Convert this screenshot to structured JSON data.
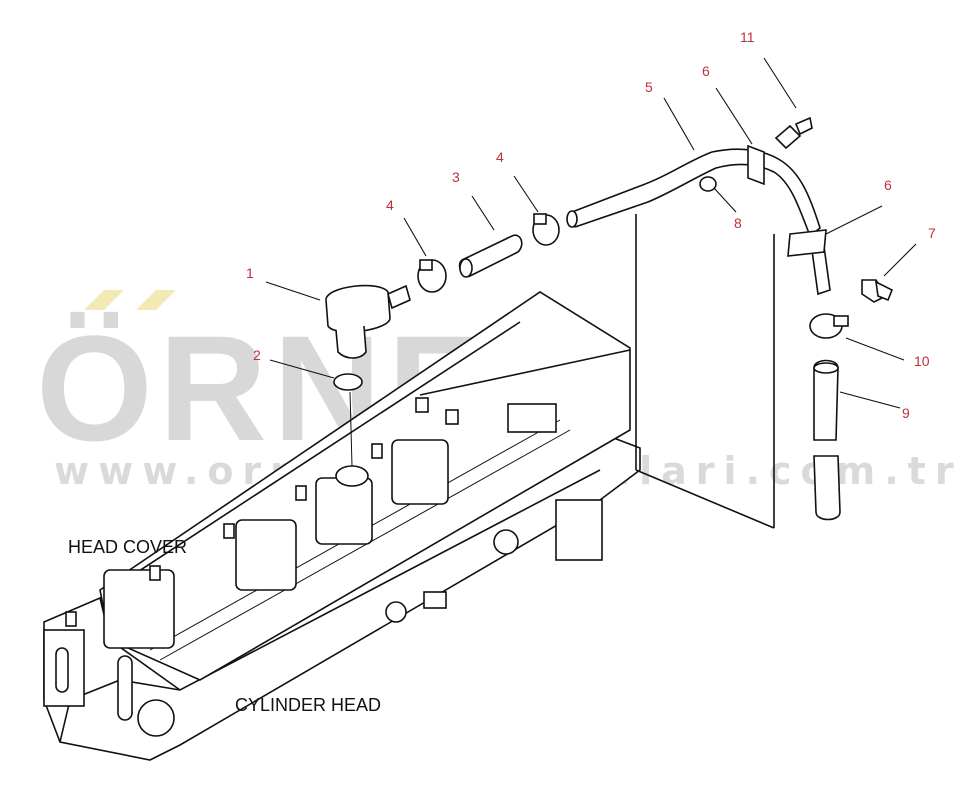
{
  "watermark": {
    "brand": "ÖRNEK",
    "url": "www.ornekismakinalari.com.tr",
    "color": "#d8d8d8",
    "accent_color": "#f3e9b5"
  },
  "labels": {
    "head_cover": "HEAD COVER",
    "cylinder_head": "CYLINDER HEAD"
  },
  "callouts": [
    {
      "id": "p1",
      "text": "1"
    },
    {
      "id": "p2",
      "text": "2"
    },
    {
      "id": "p3",
      "text": "3"
    },
    {
      "id": "p4a",
      "text": "4"
    },
    {
      "id": "p4b",
      "text": "4"
    },
    {
      "id": "p5",
      "text": "5"
    },
    {
      "id": "p6a",
      "text": "6"
    },
    {
      "id": "p6b",
      "text": "6"
    },
    {
      "id": "p7",
      "text": "7"
    },
    {
      "id": "p8",
      "text": "8"
    },
    {
      "id": "p9",
      "text": "9"
    },
    {
      "id": "p10",
      "text": "10"
    },
    {
      "id": "p11",
      "text": "11"
    }
  ],
  "colors": {
    "callout": "#c0303a",
    "line": "#111111"
  }
}
